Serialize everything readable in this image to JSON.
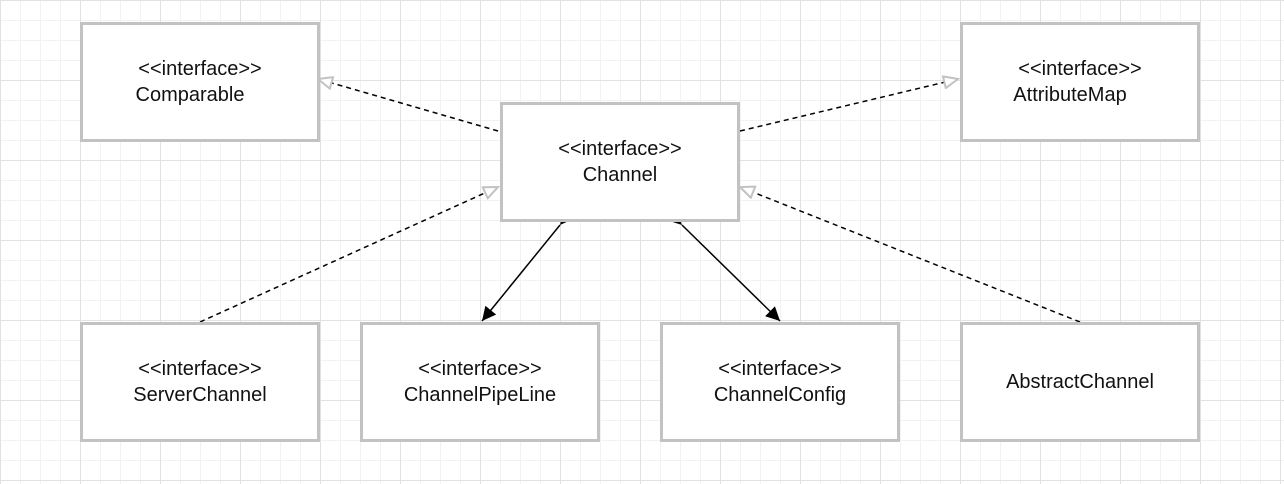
{
  "boxes": {
    "comparable": {
      "stereotype": "<<interface>>",
      "name": "Comparable"
    },
    "attribute_map": {
      "stereotype": "<<interface>>",
      "name": "AttributeMap"
    },
    "channel": {
      "stereotype": "<<interface>>",
      "name": "Channel"
    },
    "server_channel": {
      "stereotype": "<<interface>>",
      "name": "ServerChannel"
    },
    "channel_pipeline": {
      "stereotype": "<<interface>>",
      "name": "ChannelPipeLine"
    },
    "channel_config": {
      "stereotype": "<<interface>>",
      "name": "ChannelConfig"
    },
    "abstract_channel": {
      "name": "AbstractChannel"
    }
  },
  "relations": [
    {
      "from": "channel",
      "to": "comparable",
      "kind": "realization"
    },
    {
      "from": "channel",
      "to": "attribute_map",
      "kind": "realization"
    },
    {
      "from": "server_channel",
      "to": "channel",
      "kind": "realization"
    },
    {
      "from": "abstract_channel",
      "to": "channel",
      "kind": "realization"
    },
    {
      "from": "channel",
      "to": "channel_pipeline",
      "kind": "bidirectional-association"
    },
    {
      "from": "channel",
      "to": "channel_config",
      "kind": "bidirectional-association"
    }
  ],
  "colors": {
    "box_border": "#c2c2c2",
    "line": "#000000",
    "hollow_arrowhead": "#c2c2c2"
  }
}
